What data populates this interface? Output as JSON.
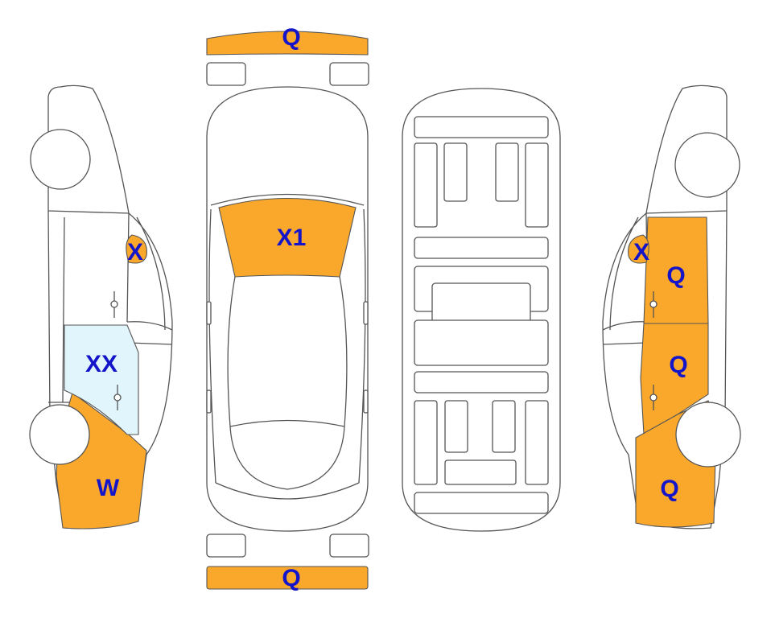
{
  "colors": {
    "damage_fill": "#F9A82C",
    "glass_fill": "#E1F6FC",
    "label_text": "#1414C8",
    "outline": "#555555"
  },
  "views": [
    "left-side",
    "top",
    "underside",
    "right-side",
    "front-bumper",
    "rear-bumper"
  ],
  "labels": {
    "front_bumper": "Q",
    "windshield": "X1",
    "rear_bumper": "Q",
    "left_mirror": "X",
    "left_rear_window": "XX",
    "left_rear_quarter": "W",
    "right_mirror": "X",
    "right_front_door": "Q",
    "right_rear_door": "Q",
    "right_rear_quarter": "Q"
  }
}
